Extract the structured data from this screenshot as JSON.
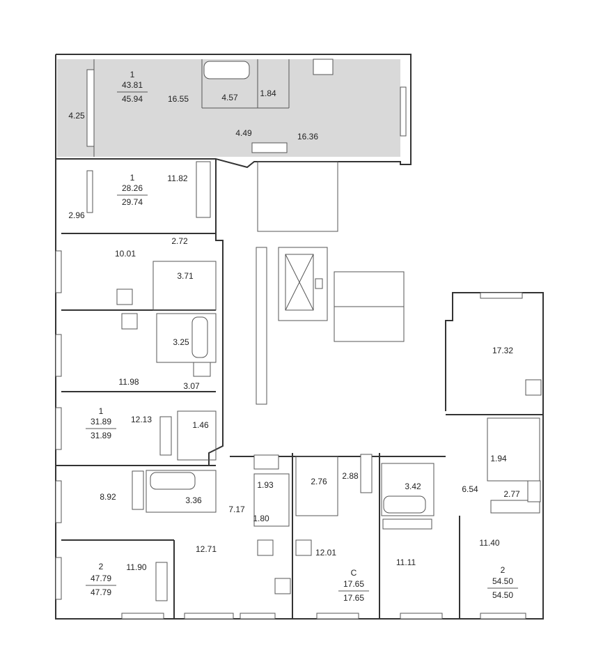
{
  "apartments": [
    {
      "id": "apt-top",
      "rooms": "1",
      "area_living": "43.81",
      "area_total": "45.94",
      "highlighted": true
    },
    {
      "id": "apt-2",
      "rooms": "1",
      "area_living": "28.26",
      "area_total": "29.74",
      "highlighted": false
    },
    {
      "id": "apt-3",
      "rooms": "1",
      "area_living": "31.89",
      "area_total": "31.89",
      "highlighted": false
    },
    {
      "id": "apt-4",
      "rooms": "2",
      "area_living": "47.79",
      "area_total": "47.79",
      "highlighted": false
    },
    {
      "id": "apt-5",
      "rooms": "С",
      "area_living": "17.65",
      "area_total": "17.65",
      "highlighted": false
    },
    {
      "id": "apt-6",
      "rooms": "2",
      "area_living": "54.50",
      "area_total": "54.50",
      "highlighted": false
    }
  ],
  "room_areas": [
    "4.25",
    "16.55",
    "4.57",
    "1.84",
    "4.49",
    "16.36",
    "11.82",
    "2.96",
    "2.72",
    "10.01",
    "3.71",
    "3.25",
    "3.07",
    "11.98",
    "12.13",
    "1.46",
    "8.92",
    "3.36",
    "7.17",
    "1.93",
    "1.80",
    "12.71",
    "11.90",
    "2.76",
    "2.88",
    "12.01",
    "3.42",
    "6.54",
    "2.77",
    "11.40",
    "11.11",
    "17.32",
    "1.94"
  ],
  "colors": {
    "highlight": "#d9d9d9",
    "wall": "#333333",
    "background": "#ffffff"
  }
}
